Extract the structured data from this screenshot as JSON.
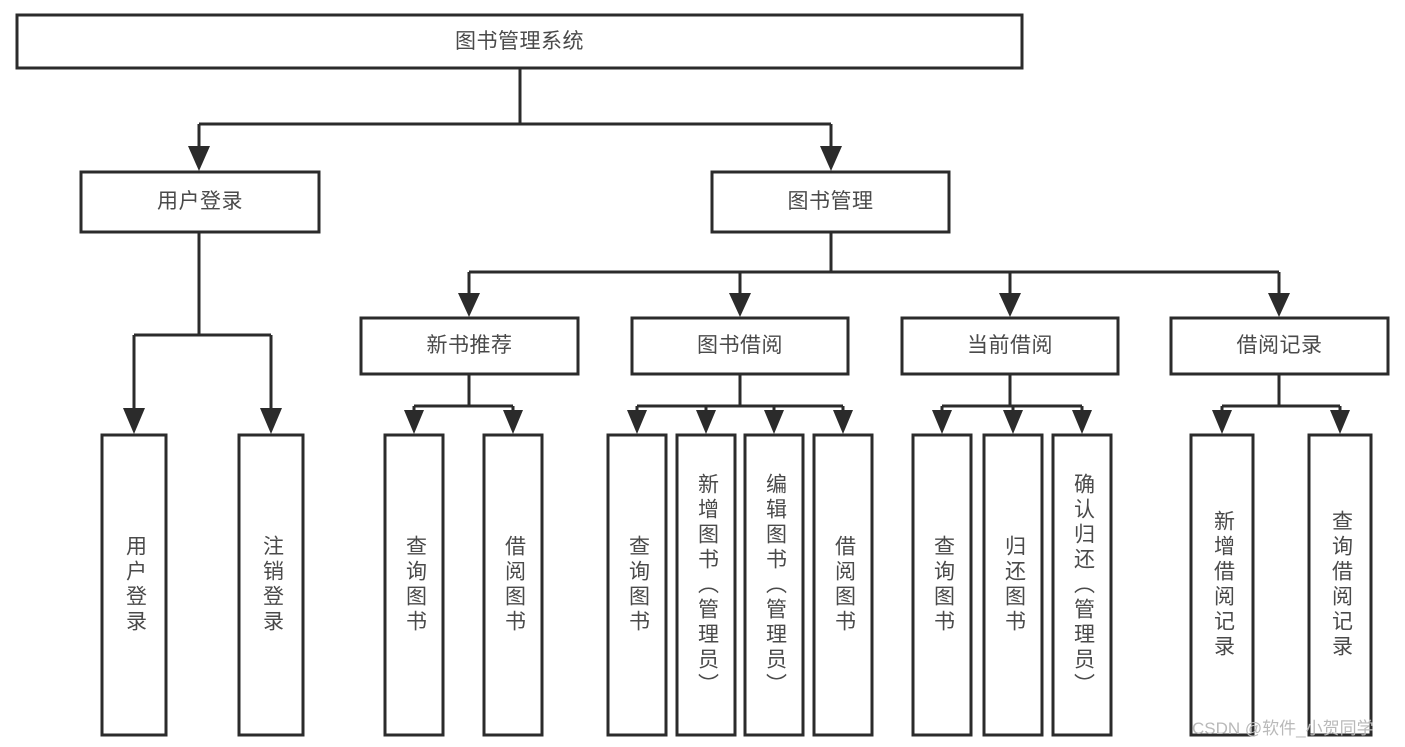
{
  "diagram": {
    "title": "图书管理系统",
    "type": "tree",
    "watermark": "CSDN @软件_小贺同学",
    "colors": {
      "box_stroke": "#2b2b2b",
      "box_fill": "#ffffff",
      "text": "#4a4a4a",
      "background": "#ffffff",
      "watermark": "#b9b9b9"
    },
    "nodes": {
      "root": {
        "label": "图书管理系统"
      },
      "level2": [
        {
          "label": "用户登录"
        },
        {
          "label": "图书管理"
        }
      ],
      "level3": [
        {
          "label": "新书推荐"
        },
        {
          "label": "图书借阅"
        },
        {
          "label": "当前借阅"
        },
        {
          "label": "借阅记录"
        }
      ],
      "leaves": {
        "user_login": [
          {
            "label": "用户登录"
          },
          {
            "label": "注销登录"
          }
        ],
        "new_book_recommend": [
          {
            "label": "查询图书"
          },
          {
            "label": "借阅图书"
          }
        ],
        "book_borrow": [
          {
            "label": "查询图书"
          },
          {
            "label": "新增图书（管理员）"
          },
          {
            "label": "编辑图书（管理员）"
          },
          {
            "label": "借阅图书"
          }
        ],
        "current_borrow": [
          {
            "label": "查询图书"
          },
          {
            "label": "归还图书"
          },
          {
            "label": "确认归还（管理员）"
          }
        ],
        "borrow_record": [
          {
            "label": "新增借阅记录"
          },
          {
            "label": "查询借阅记录"
          }
        ]
      }
    }
  }
}
